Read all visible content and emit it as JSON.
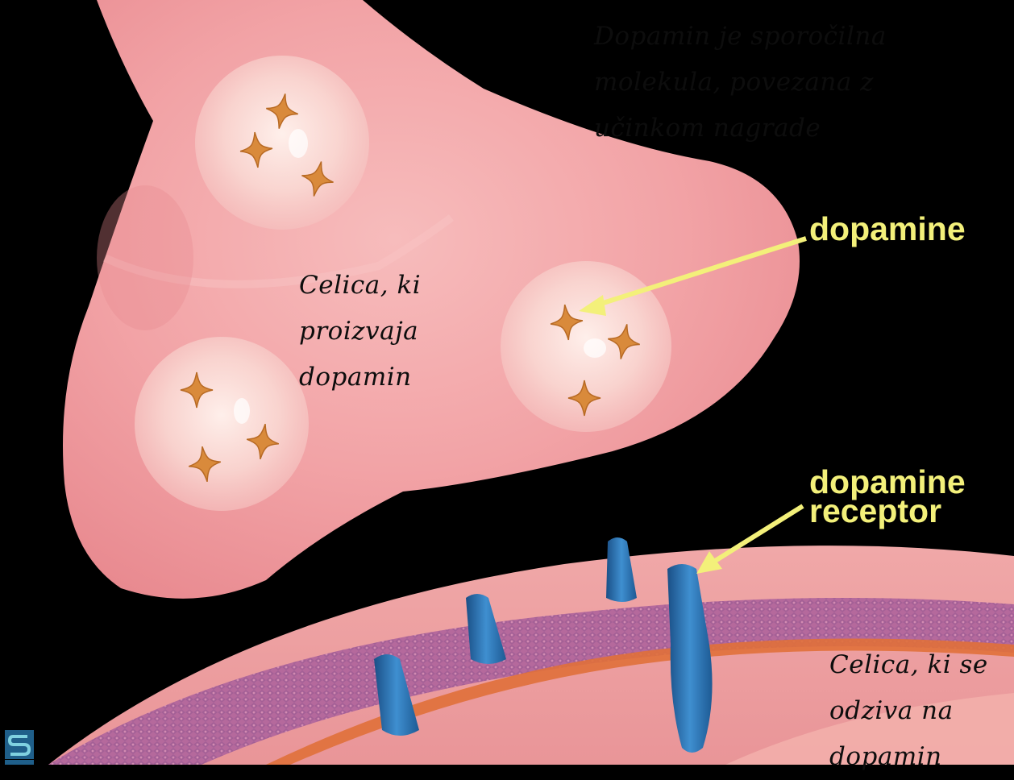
{
  "captions": {
    "top_right": [
      "Dopamin je sporočilna",
      "molekula, povezana z",
      "učinkom nagrade"
    ],
    "left_cell": [
      "Celica, ki",
      "proizvaja",
      "dopamin"
    ],
    "right_cell": [
      "Celica, ki se",
      "odziva na",
      "dopamin"
    ]
  },
  "labels": {
    "dopamine": "dopamine",
    "receptor": [
      "dopamine",
      "receptor"
    ]
  },
  "colors": {
    "background": "#000000",
    "neuron_pink": "#f2a1a3",
    "vesicle": "#f8d6d2",
    "dopamine_star": "#d9893a",
    "membrane_purple": "#b0679a",
    "membrane_orange": "#e07038",
    "receptor_blue": "#2b6fa8",
    "label_yellow": "#f3f07a"
  },
  "icons": {
    "corner_logo": "publisher-logo-icon"
  }
}
